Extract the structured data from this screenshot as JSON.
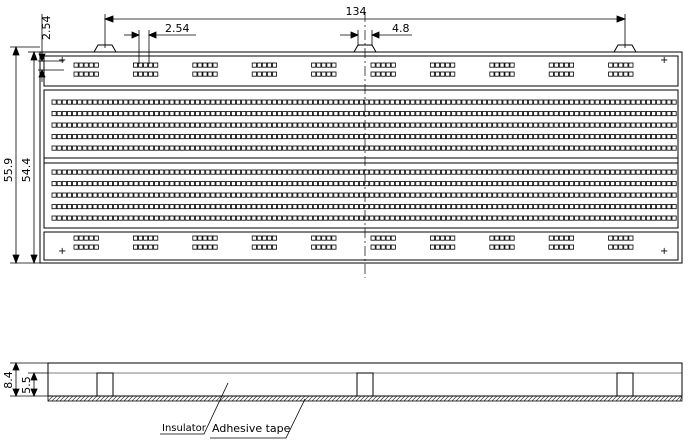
{
  "dimensions": {
    "total_pitch": "134",
    "pitch_top": "2.54",
    "pitch_left": "2.54",
    "mount_width": "4.8",
    "outer_height": "55.9",
    "inner_height": "54.4",
    "side_total": "8.4",
    "side_body": "5.5"
  },
  "labels": {
    "insulator": "Insulator",
    "adhesive": "Adhesive tape"
  },
  "colors": {
    "line": "#000000",
    "centerline": "#000000",
    "tape": "#444444"
  }
}
